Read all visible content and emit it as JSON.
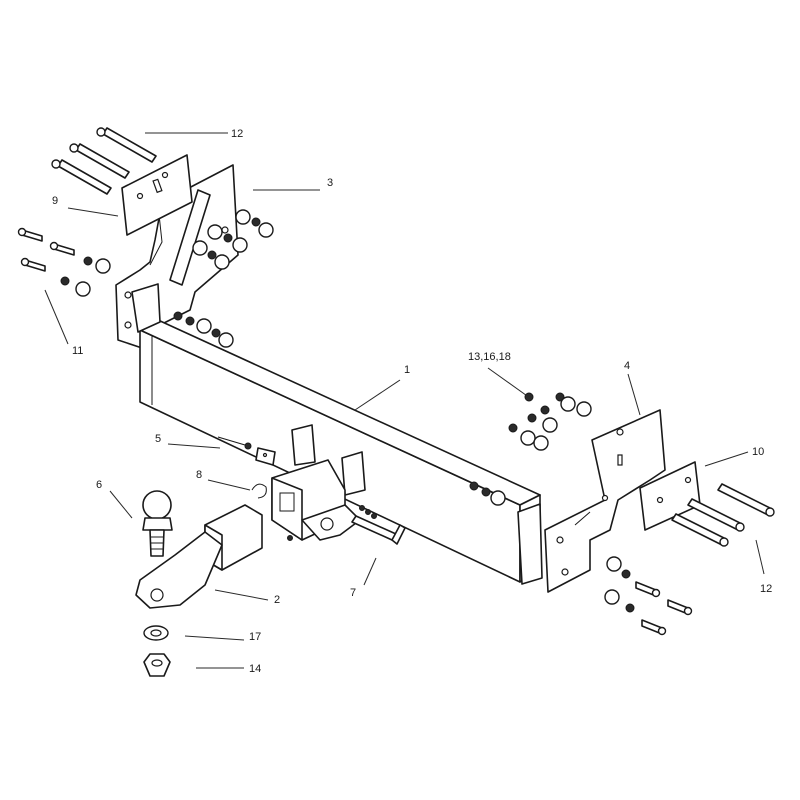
{
  "labels": {
    "l1": "1",
    "l2": "2",
    "l3": "3",
    "l4": "4",
    "l5": "5",
    "l6": "6",
    "l7": "7",
    "l8": "8",
    "l9": "9",
    "l10": "10",
    "l11": "11",
    "l12a": "12",
    "l12b": "12",
    "l13": "13,16,18",
    "l14": "14",
    "l17": "17"
  }
}
